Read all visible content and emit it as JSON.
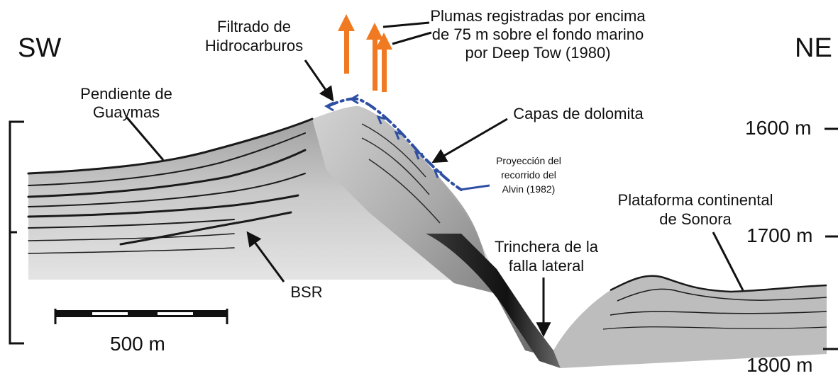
{
  "directions": {
    "left": "SW",
    "right": "NE"
  },
  "labels": {
    "seep_line1": "Filtrado de",
    "seep_line2": "Hidrocarburos",
    "plumes_line1": "Plumas registradas por encima",
    "plumes_line2": "de 75 m sobre el fondo marino",
    "plumes_line3": "por Deep Tow (1980)",
    "slope_line1": "Pendiente de",
    "slope_line2": "Guaymas",
    "dolomite": "Capas de dolomita",
    "alvin_line1": "Proyección del",
    "alvin_line2": "recorrido del",
    "alvin_line3": "Alvin (1982)",
    "platform_line1": "Plataforma continental",
    "platform_line2": "de Sonora",
    "trench_line1": "Trinchera de la",
    "trench_line2": "falla lateral",
    "bsr": "BSR"
  },
  "depth_scale": [
    "1600 m",
    "1700 m",
    "1800 m"
  ],
  "scale_bar": "500 m",
  "colors": {
    "plume_arrow": "#f07a22",
    "alvin_track": "#2e4fa3",
    "ink": "#111111",
    "sediment_dark": "#1a1a1a",
    "sediment_mid": "#7a7a7a",
    "sediment_light": "#c8c8c8"
  }
}
